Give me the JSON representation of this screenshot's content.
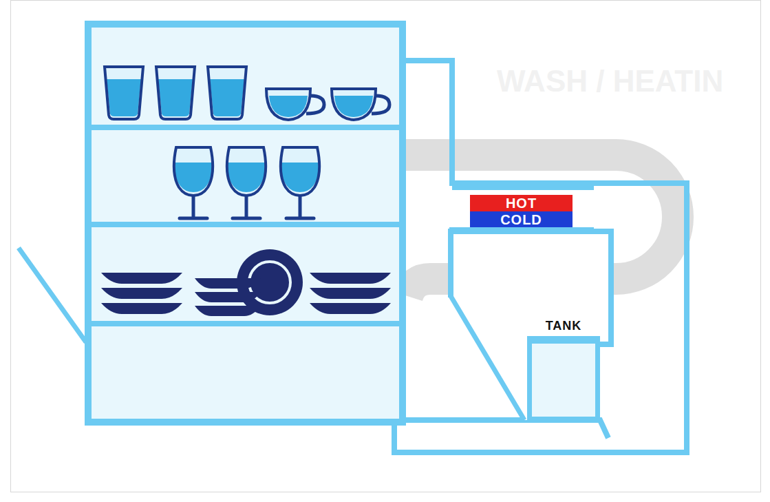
{
  "diagram": {
    "nodes": [
      {
        "text": [
          "HOT"
        ]
      },
      {
        "text": [
          "COLD"
        ]
      },
      {
        "text": [
          "TANK"
        ]
      }
    ],
    "labels": [
      "WASH / HEATIN"
    ]
  }
}
